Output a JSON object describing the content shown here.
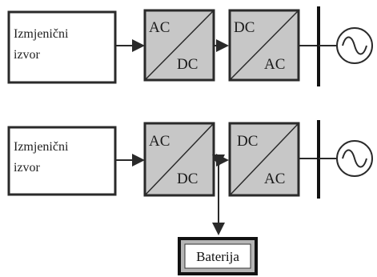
{
  "colors": {
    "converter_fill": "#c7c7c7",
    "battery_fill": "#b5b5b5",
    "stroke": "#2a2a2a",
    "source_fill": "#ffffff"
  },
  "diagram_top": {
    "source": {
      "line1": "Izmjenični",
      "line2": "izvor"
    },
    "rectifier": {
      "input": "AC",
      "output": "DC"
    },
    "inverter": {
      "input": "DC",
      "output": "AC"
    }
  },
  "diagram_bottom": {
    "source": {
      "line1": "Izmjenični",
      "line2": "izvor"
    },
    "rectifier": {
      "input": "AC",
      "output": "DC"
    },
    "inverter": {
      "input": "DC",
      "output": "AC"
    },
    "battery": {
      "label": "Baterija"
    }
  }
}
